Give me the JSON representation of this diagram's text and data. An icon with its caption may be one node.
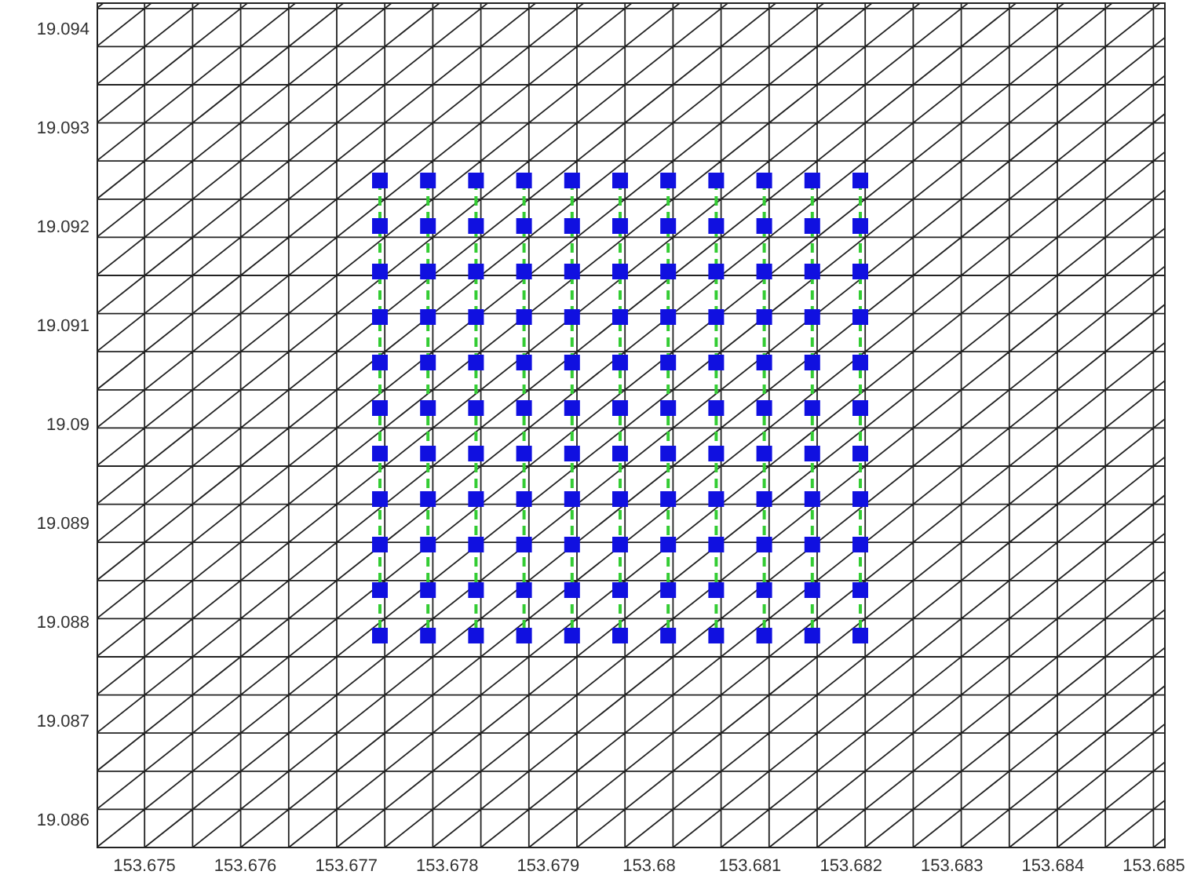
{
  "diagram": {
    "labels": [
      "19.094",
      "19.093",
      "19.092",
      "19.091",
      "19.09",
      "19.089",
      "19.088",
      "19.087",
      "19.086",
      "153.675",
      "153.676",
      "153.677",
      "153.678",
      "153.679",
      "153.68",
      "153.681",
      "153.682",
      "153.683",
      "153.684",
      "153.685"
    ]
  }
}
